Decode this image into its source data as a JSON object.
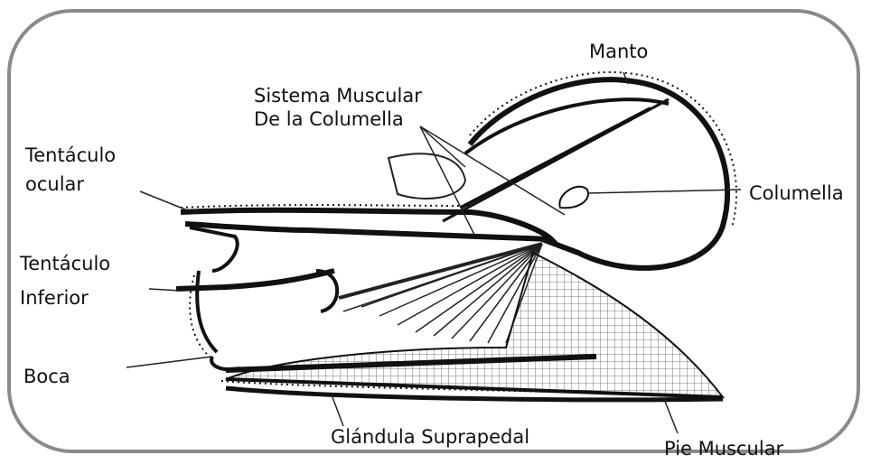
{
  "labels": {
    "manto": "Manto",
    "sistema_line1": "Sistema Muscular",
    "sistema_line2": "De la Columella",
    "tentaculo_ocular_line1": "Tentáculo",
    "tentaculo_ocular_line2": "ocular",
    "columella": "Columella",
    "tentaculo_inferior_line1": "Tentáculo",
    "tentaculo_inferior_line2": "Inferior",
    "boca": "Boca",
    "glandula": "Glándula Suprapedal",
    "pie": "Pie Muscular"
  },
  "colors": {
    "border": "#8a8a8a",
    "ink": "#111111"
  }
}
